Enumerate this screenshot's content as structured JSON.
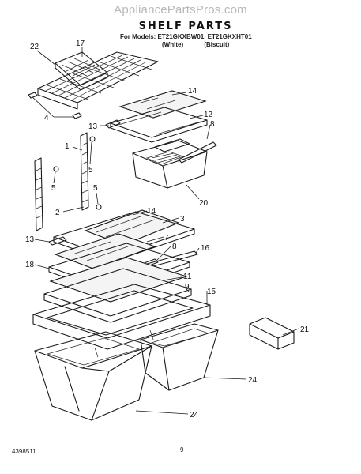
{
  "watermark": "AppliancePartsPros.com",
  "header": {
    "title": "SHELF PARTS",
    "models_line": "For Models: ET21GKXBW01, ET21GKXHT01",
    "color_white": "(White)",
    "color_biscuit": "(Biscuit)"
  },
  "callouts": {
    "c22": "22",
    "c17": "17",
    "c14a": "14",
    "c4": "4",
    "c13a": "13",
    "c12": "12",
    "c8a": "8",
    "c1": "1",
    "c5a": "5",
    "c5b": "5",
    "c5c": "5",
    "c20": "20",
    "c2": "2",
    "c14b": "14",
    "c3": "3",
    "c13b": "13",
    "c7": "7",
    "c8b": "8",
    "c16": "16",
    "c18": "18",
    "c11": "11",
    "c9": "9",
    "c15": "15",
    "c21": "21",
    "c24a": "24",
    "c24b": "24"
  },
  "footer": {
    "page_number": "9",
    "doc_number": "4398511"
  }
}
